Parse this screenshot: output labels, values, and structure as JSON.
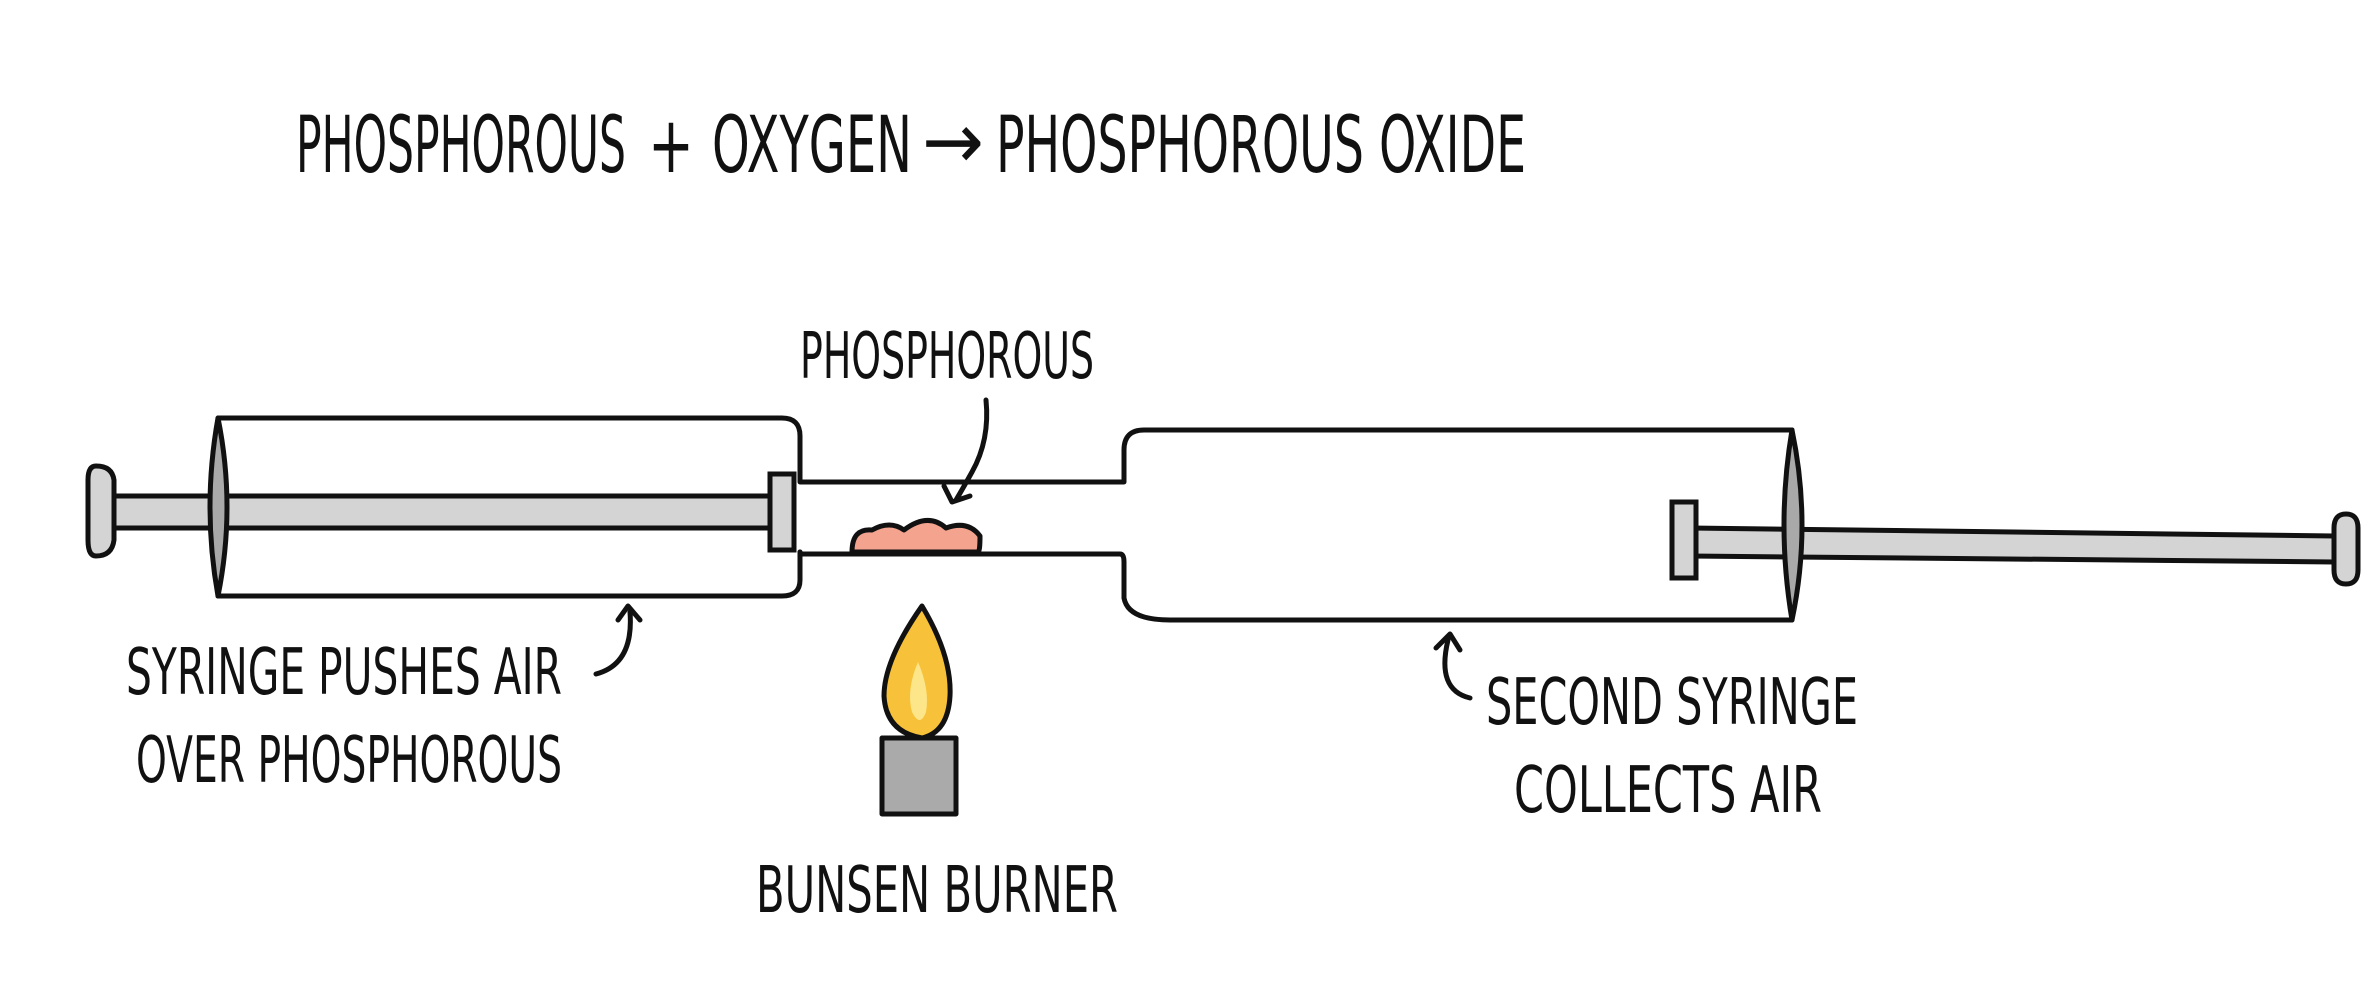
{
  "equation": {
    "reactant_1": "PHOSPHOROUS",
    "plus": "+",
    "reactant_2": "OXYGEN",
    "arrow": "→",
    "product": "PHOSPHOROUS OXIDE"
  },
  "labels": {
    "phosphorous": "PHOSPHOROUS",
    "syringe_left_line1": "SYRINGE PUSHES AIR",
    "syringe_left_line2": "OVER PHOSPHOROUS",
    "burner": "BUNSEN BURNER",
    "syringe_right_line1": "SECOND SYRINGE",
    "syringe_right_line2": "COLLECTS AIR"
  },
  "colors": {
    "outline": "#111111",
    "plunger_fill": "#d4d4d4",
    "plunger_seal": "#a9a9a9",
    "phosphorous_fill": "#f4a38f",
    "flame_outer": "#f7c23a",
    "flame_inner": "#fde58a",
    "burner_fill": "#aaaaaa",
    "background": "#ffffff"
  }
}
